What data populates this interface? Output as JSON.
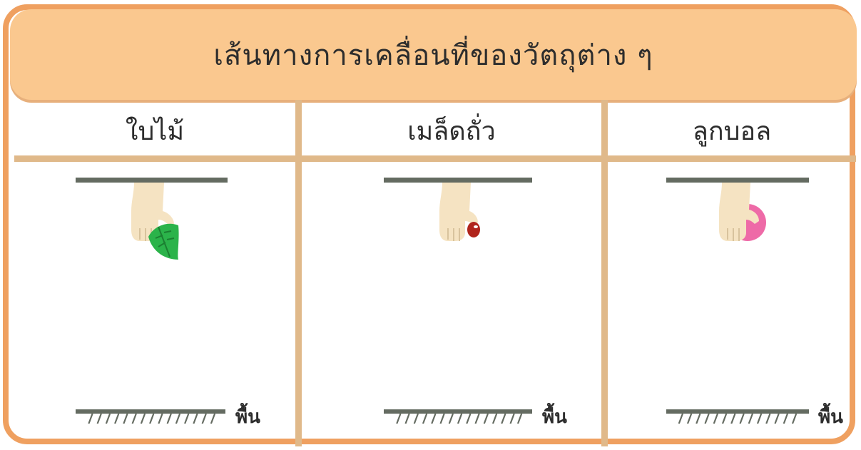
{
  "title": "เส้นทางการเคลื่อนที่ของวัตถุต่าง ๆ",
  "columns": [
    {
      "label": "ใบไม้",
      "object": "leaf-icon",
      "floor_label": "พื้น"
    },
    {
      "label": "เมล็ดถั่ว",
      "object": "bean-icon",
      "floor_label": "พื้น"
    },
    {
      "label": "ลูกบอล",
      "object": "ball-icon",
      "floor_label": "พื้น"
    }
  ],
  "colors": {
    "frame": "#efa060",
    "title_bg": "#fac88f",
    "divider": "#e0b98a",
    "ceiling": "#646b61",
    "skin": "#f5e3c2",
    "leaf": "#2bb34a",
    "bean": "#b0241c",
    "ball": "#ee6aa7"
  }
}
